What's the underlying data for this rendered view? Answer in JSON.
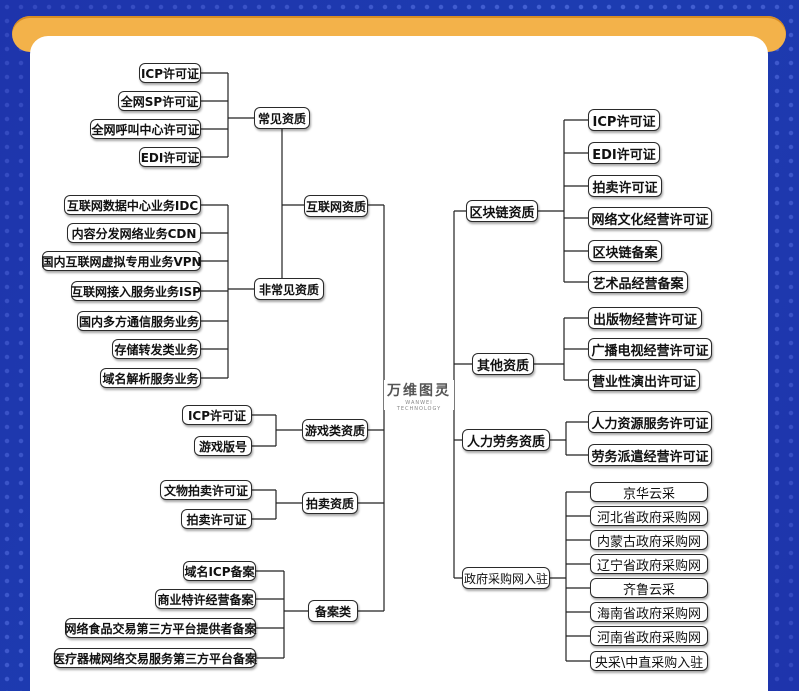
{
  "logo": {
    "name": "万维图灵",
    "sub": "WANWEI TECHNOLOGY"
  },
  "left": {
    "internet": {
      "label": "互联网资质",
      "common": {
        "label": "常见资质",
        "items": [
          "ICP许可证",
          "全网SP许可证",
          "全网呼叫中心许可证",
          "EDI许可证"
        ]
      },
      "uncommon": {
        "label": "非常见资质",
        "items": [
          "互联网数据中心业务IDC",
          "内容分发网络业务CDN",
          "国内互联网虚拟专用业务VPN",
          "互联网接入服务业务ISP",
          "国内多方通信服务业务",
          "存储转发类业务",
          "域名解析服务业务"
        ]
      }
    },
    "game": {
      "label": "游戏类资质",
      "items": [
        "ICP许可证",
        "游戏版号"
      ]
    },
    "auction": {
      "label": "拍卖资质",
      "items": [
        "文物拍卖许可证",
        "拍卖许可证"
      ]
    },
    "record": {
      "label": "备案类",
      "items": [
        "域名ICP备案",
        "商业特许经营备案",
        "网络食品交易第三方平台提供者备案",
        "医疗器械网络交易服务第三方平台备案"
      ]
    }
  },
  "right": {
    "blockchain": {
      "label": "区块链资质",
      "items": [
        "ICP许可证",
        "EDI许可证",
        "拍卖许可证",
        "网络文化经营许可证",
        "区块链备案",
        "艺术品经营备案"
      ]
    },
    "other": {
      "label": "其他资质",
      "items": [
        "出版物经营许可证",
        "广播电视经营许可证",
        "营业性演出许可证"
      ]
    },
    "hr": {
      "label": "人力劳务资质",
      "items": [
        "人力资源服务许可证",
        "劳务派遣经营许可证"
      ]
    },
    "procure": {
      "label": "政府采购网入驻",
      "items": [
        "京华云采",
        "河北省政府采购网",
        "内蒙古政府采购网",
        "辽宁省政府采购网",
        "齐鲁云采",
        "海南省政府采购网",
        "河南省政府采购网",
        "央采\\中直采购入驻"
      ]
    }
  }
}
